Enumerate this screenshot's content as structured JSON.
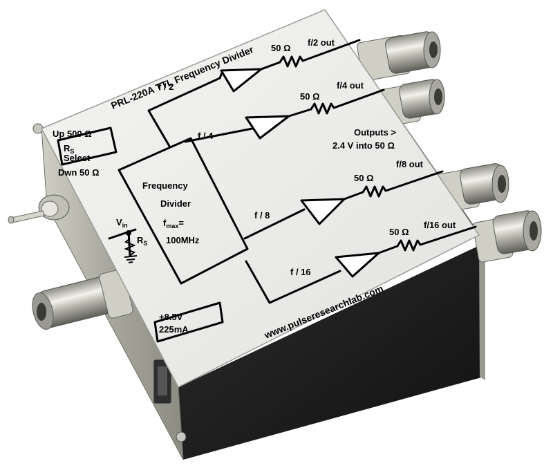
{
  "device": {
    "title": "PRL-220A TTL Frequency Divider",
    "website": "www.pulseresearchlab.com",
    "power": {
      "line1": "+8.5V",
      "line2": "225mA"
    },
    "rs_select": {
      "up": "Up 500 Ω",
      "box_sym": "R",
      "box_sub": "S",
      "box_word": "Select",
      "down": "Dwn 50 Ω"
    },
    "input": {
      "v": "V",
      "v_sub": "in",
      "r": "R",
      "r_sub": "S"
    },
    "divider": {
      "line1": "Frequency",
      "line2": "Divider",
      "fmax_f": "f",
      "fmax_sub": "max",
      "fmax_eq": "=",
      "fmax_val": "100MHz"
    },
    "outputs_note": {
      "line1": "Outputs >",
      "line2": "2.4 V into 50 Ω"
    },
    "channels": [
      {
        "div": "f / 2",
        "res": "50 Ω",
        "out": "f/2 out"
      },
      {
        "div": "f / 4",
        "res": "50 Ω",
        "out": "f/4 out"
      },
      {
        "div": "f / 8",
        "res": "50 Ω",
        "out": "f/8 out"
      },
      {
        "div": "f / 16",
        "res": "50 Ω",
        "out": "f/16 out"
      }
    ]
  },
  "colors": {
    "panel": "#ececec",
    "body_dark": "#1c1c1c",
    "metal": "#a9a9a0",
    "ink": "#000000"
  },
  "icons": [
    "bnc-connector-icon",
    "toggle-switch-icon",
    "power-jack-icon",
    "resistor-symbol-icon",
    "buffer-amplifier-icon",
    "ground-symbol-icon"
  ]
}
